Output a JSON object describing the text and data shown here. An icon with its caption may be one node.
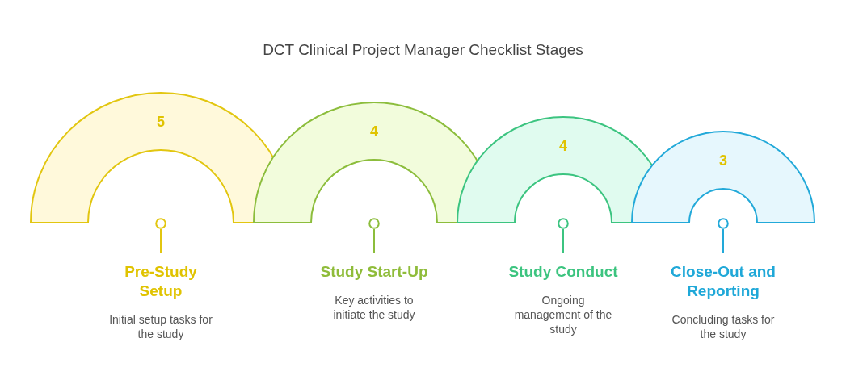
{
  "diagram": {
    "title": "DCT Clinical Project Manager Checklist Stages",
    "nodes": [
      {
        "text": [
          "5"
        ]
      },
      {
        "text": [],
        "shape": "circle",
        "in": 0
      },
      {
        "text": [
          "4"
        ]
      },
      {
        "text": [],
        "shape": "circle",
        "in": 2
      },
      {
        "text": [
          "4"
        ]
      },
      {
        "text": [],
        "shape": "circle",
        "in": 4
      },
      {
        "text": [
          "3"
        ]
      },
      {
        "text": [],
        "shape": "circle",
        "in": 6
      },
      {
        "text": [
          "Pre-Study Setup",
          "Initial setup tasks for the study"
        ]
      },
      {
        "text": [
          "Study Start-Up",
          "Key activities to initiate the study"
        ]
      },
      {
        "text": [
          "Study Conduct",
          "Ongoing management of the study"
        ]
      },
      {
        "text": [
          "Close-Out and Reporting",
          "Concluding tasks for the study"
        ]
      }
    ],
    "edges": [
      {
        "from": 8,
        "to": 1,
        "arrow": "none",
        "color": "#e2c610"
      },
      {
        "from": 9,
        "to": 3,
        "arrow": "none",
        "color": "#8cbd3c"
      },
      {
        "from": 10,
        "to": 5,
        "arrow": "none",
        "color": "#3cc480"
      },
      {
        "from": 11,
        "to": 7,
        "arrow": "none",
        "color": "#22a9d9"
      }
    ]
  }
}
